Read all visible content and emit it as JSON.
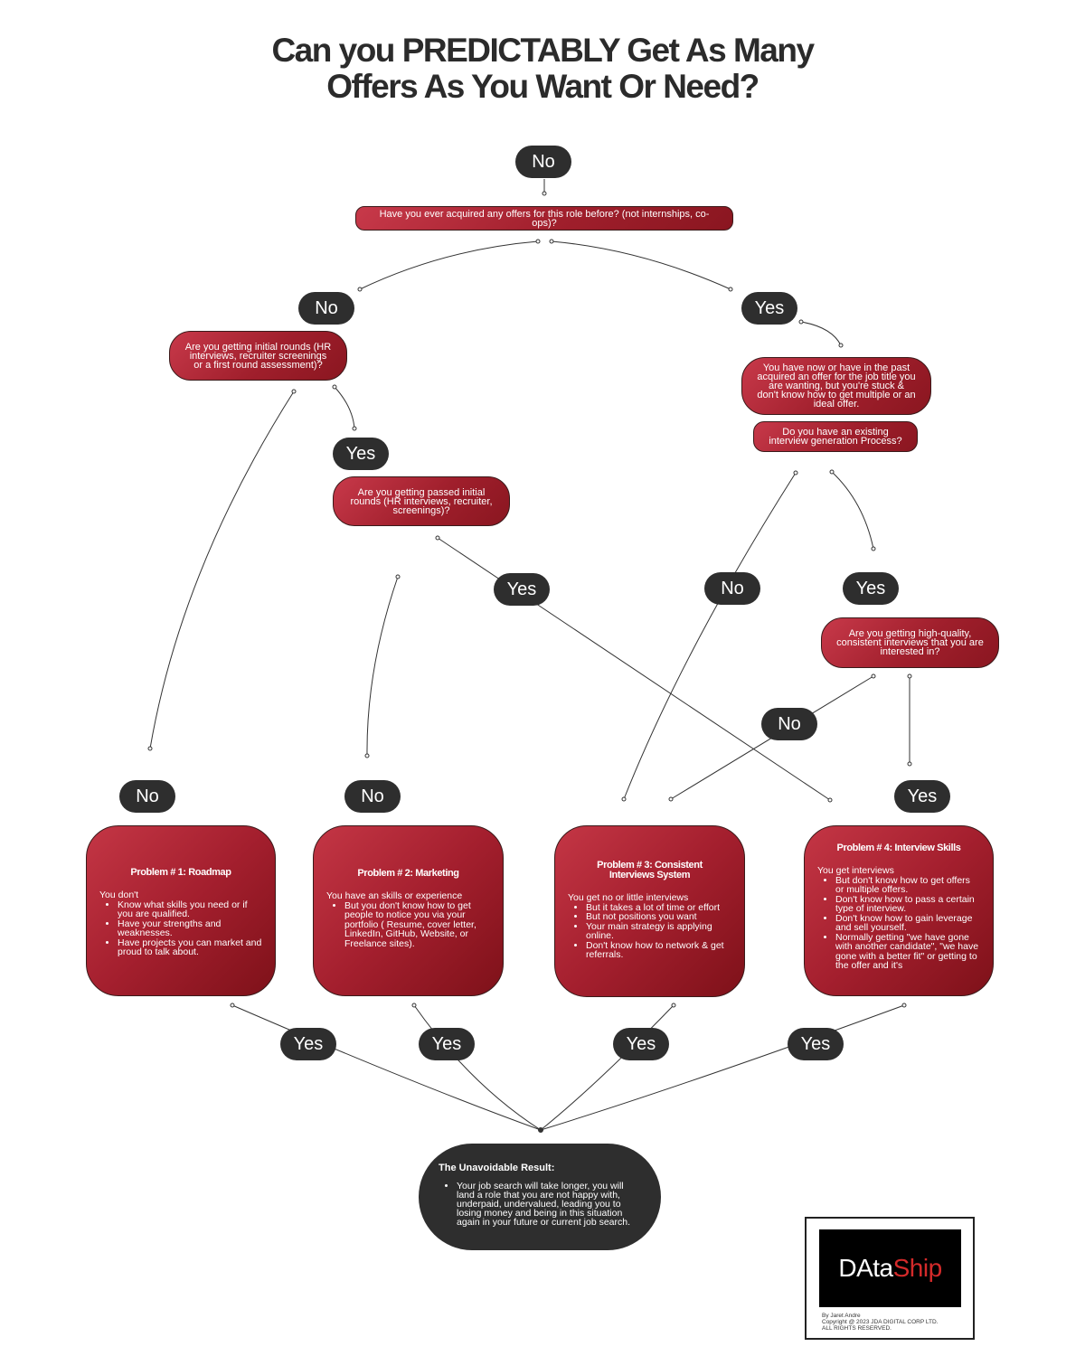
{
  "title": {
    "line1": "Can you PREDICTABLY Get As Many",
    "line2": "Offers As You Want Or Need?"
  },
  "labels": {
    "start_no": "No",
    "left_no": "No",
    "right_yes": "Yes",
    "initial_yes": "Yes",
    "passed_yes": "Yes",
    "process_no": "No",
    "process_yes": "Yes",
    "quality_no": "No",
    "p1_no": "No",
    "p2_no": "No",
    "p4_yes": "Yes",
    "result_yes_1": "Yes",
    "result_yes_2": "Yes",
    "result_yes_3": "Yes",
    "result_yes_4": "Yes"
  },
  "questions": {
    "q_offers_before": "Have you ever acquired any offers for this role before? (not internships, co-ops)?",
    "q_initial_rounds": "Are you getting initial rounds (HR interviews, recruiter screenings or a first round assessment)?",
    "q_past_offer": "You have now or have in the past acquired an offer for the job title you are wanting, but you're stuck & don't know how to get multiple or an ideal offer.",
    "q_existing_process": "Do you have an existing interview generation Process?",
    "q_passed_initial": "Are you getting passed initial rounds (HR interviews, recruiter, screenings)?",
    "q_high_quality": "Are you getting high-quality, consistent interviews that you are interested in?"
  },
  "problems": [
    {
      "title": "Problem # 1: Roadmap",
      "lead": "You don't",
      "items": [
        "Know what skills you need or if you are qualified.",
        "Have your strengths and weaknesses.",
        "Have projects you can market and proud to talk about."
      ]
    },
    {
      "title": "Problem # 2: Marketing",
      "lead": "You have an skills or experience",
      "items": [
        "But you don't know how to get people to notice you via your portfolio ( Resume, cover letter, LinkedIn, GitHub, Website, or Freelance sites)."
      ]
    },
    {
      "title": "Problem # 3: Consistent Interviews System",
      "lead": "You get no or little interviews",
      "items": [
        "But it takes a lot of time or effort",
        "But not positions you want",
        "Your main strategy is applying online.",
        "Don't know how to network & get referrals."
      ]
    },
    {
      "title": "Problem # 4: Interview Skills",
      "lead": "You get interviews",
      "items": [
        "But don't know how to get offers or multiple offers.",
        "Don't know how to pass a certain type of interview.",
        "Don't know how to gain leverage and sell yourself.",
        "Normally getting \"we have gone with another candidate\", \"we have gone with a better fit\" or getting to the offer and it's"
      ]
    }
  ],
  "result": {
    "title": "The Unavoidable Result:",
    "items": [
      "Your job search will take longer, you will land a role that you are not happy with, underpaid, undervalued, leading you to losing money and being in this situation again in your future or current job search."
    ]
  },
  "logo": {
    "text_white": "DAta",
    "text_red": "Ship",
    "credit_1": "By Jaret Andre",
    "credit_2": "Copyright @ 2023 JDA DIGITAL CORP LTD.",
    "credit_3": "ALL RIGHTS RESERVED."
  },
  "colors": {
    "node_red": "#a41f2e",
    "pill_dark": "#2e2e2e",
    "line": "#333333"
  }
}
